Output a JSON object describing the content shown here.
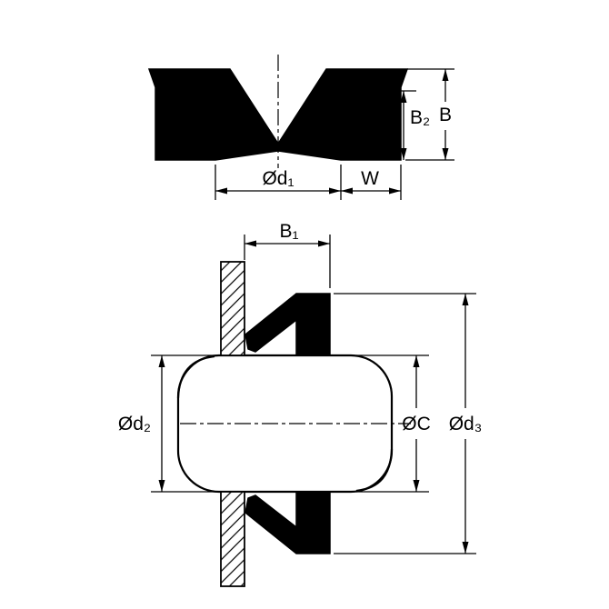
{
  "drawing": {
    "type": "v-ring seal technical drawing",
    "colors": {
      "ink": "#000000",
      "background": "#ffffff"
    },
    "top_view": {
      "name": "free-state cross-section",
      "labels": {
        "height_body": "B₂",
        "height_total": "B",
        "bore_diameter": "Ød₁",
        "body_width": "W"
      }
    },
    "bottom_view": {
      "name": "installed on shaft against housing wall",
      "labels": {
        "installed_width": "B₁",
        "shaft_diameter": "Ød₂",
        "contact_diameter": "ØC",
        "outer_diameter": "Ød₃"
      }
    }
  }
}
